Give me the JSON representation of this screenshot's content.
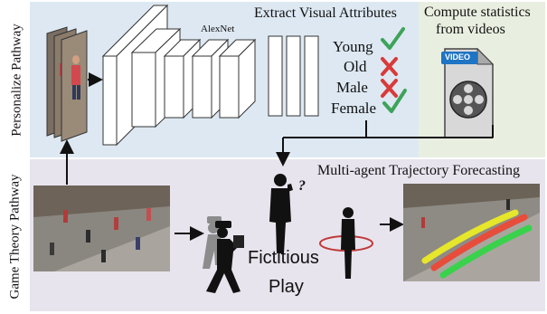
{
  "pathways": {
    "personalize": "Personalize Pathway",
    "game_theory": "Game Theory Pathway"
  },
  "network": {
    "name": "AlexNet"
  },
  "extract": {
    "title": "Extract Visual Attributes"
  },
  "attributes": [
    {
      "label": "Young",
      "status": "check"
    },
    {
      "label": "Old",
      "status": "cross"
    },
    {
      "label": "Male",
      "status": "cross"
    },
    {
      "label": "Female",
      "status": "check"
    }
  ],
  "stats": {
    "title_line1": "Compute statistics",
    "title_line2": "from videos",
    "video_badge": "VIDEO"
  },
  "forecast": {
    "title": "Multi-agent Trajectory Forecasting"
  },
  "play": {
    "line1": "Fictitious",
    "line2": "Play",
    "question_mark": "?"
  },
  "colors": {
    "top_panel": "#dde8f2",
    "stats_panel": "#e9efe0",
    "bottom_panel": "#e8e4ee",
    "check": "#3da35a",
    "cross": "#d93a3a",
    "trajectory": [
      "#e6e62a",
      "#e84c3a",
      "#3ad24c"
    ]
  }
}
